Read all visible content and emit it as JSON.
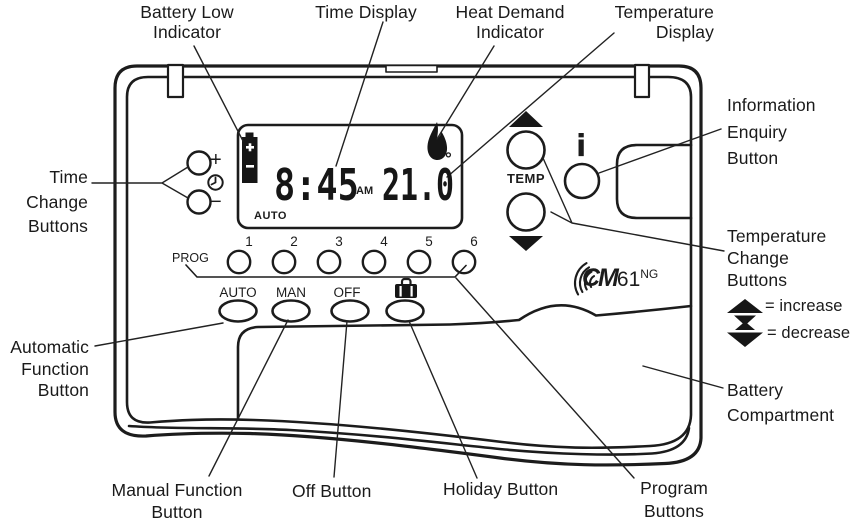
{
  "labels": {
    "battery_low": "Battery Low\nIndicator",
    "time_display": "Time Display",
    "heat_demand": "Heat Demand\nIndicator",
    "temperature_display": "Temperature\nDisplay",
    "information_enquiry": "Information\nEnquiry\nButton",
    "time_change": "Time\nChange\nButtons",
    "temperature_change": "Temperature\nChange\nButtons",
    "increase_legend": "= increase",
    "decrease_legend": "= decrease",
    "battery_compartment": "Battery\nCompartment",
    "automatic_function": "Automatic\nFunction\nButton",
    "manual_function": "Manual Function\nButton",
    "off_button": "Off Button",
    "holiday_button": "Holiday Button",
    "program_buttons": "Program\nButtons"
  },
  "device": {
    "lcd": {
      "time": "8:45",
      "meridiem": "AM",
      "temperature": "21.0",
      "degree": "°",
      "mode": "AUTO"
    },
    "controls": {
      "plus": "+",
      "minus": "−",
      "temp": "TEMP",
      "info": "i",
      "prog": "PROG",
      "program_numbers": [
        "1",
        "2",
        "3",
        "4",
        "5",
        "6"
      ],
      "auto": "AUTO",
      "man": "MAN",
      "off": "OFF"
    },
    "brand": {
      "cm": "CM",
      "num": "61",
      "ng": "NG"
    }
  },
  "colors": {
    "ink": "#1c1c1c",
    "background": "#ffffff"
  }
}
